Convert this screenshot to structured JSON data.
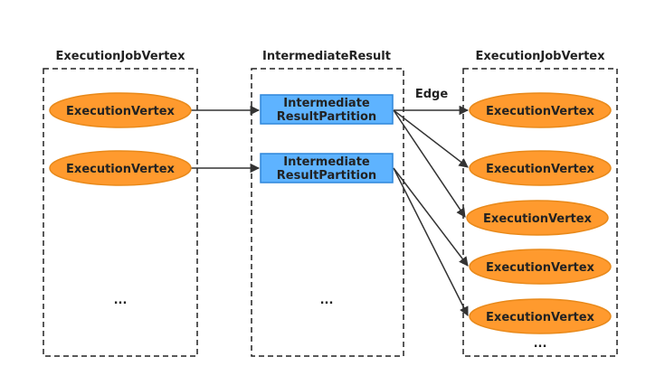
{
  "colors": {
    "vertex_fill": "#FF9A2E",
    "vertex_stroke": "#E8891A",
    "partition_fill": "#5EB3FF",
    "partition_stroke": "#2E86DA",
    "edge": "#333333",
    "group_border": "#222222"
  },
  "groups": [
    {
      "title": "ExecutionJobVertex",
      "ellipsis": "..."
    },
    {
      "title": "IntermediateResult",
      "ellipsis": "..."
    },
    {
      "title": "ExecutionJobVertex",
      "ellipsis": "..."
    }
  ],
  "source_vertices": [
    {
      "label": "ExecutionVertex"
    },
    {
      "label": "ExecutionVertex"
    }
  ],
  "partitions": [
    {
      "line1": "Intermediate",
      "line2": "ResultPartition"
    },
    {
      "line1": "Intermediate",
      "line2": "ResultPartition"
    }
  ],
  "target_vertices": [
    {
      "label": "ExecutionVertex"
    },
    {
      "label": "ExecutionVertex"
    },
    {
      "label": "ExecutionVertex"
    },
    {
      "label": "ExecutionVertex"
    },
    {
      "label": "ExecutionVertex"
    }
  ],
  "edge_label": "Edge"
}
